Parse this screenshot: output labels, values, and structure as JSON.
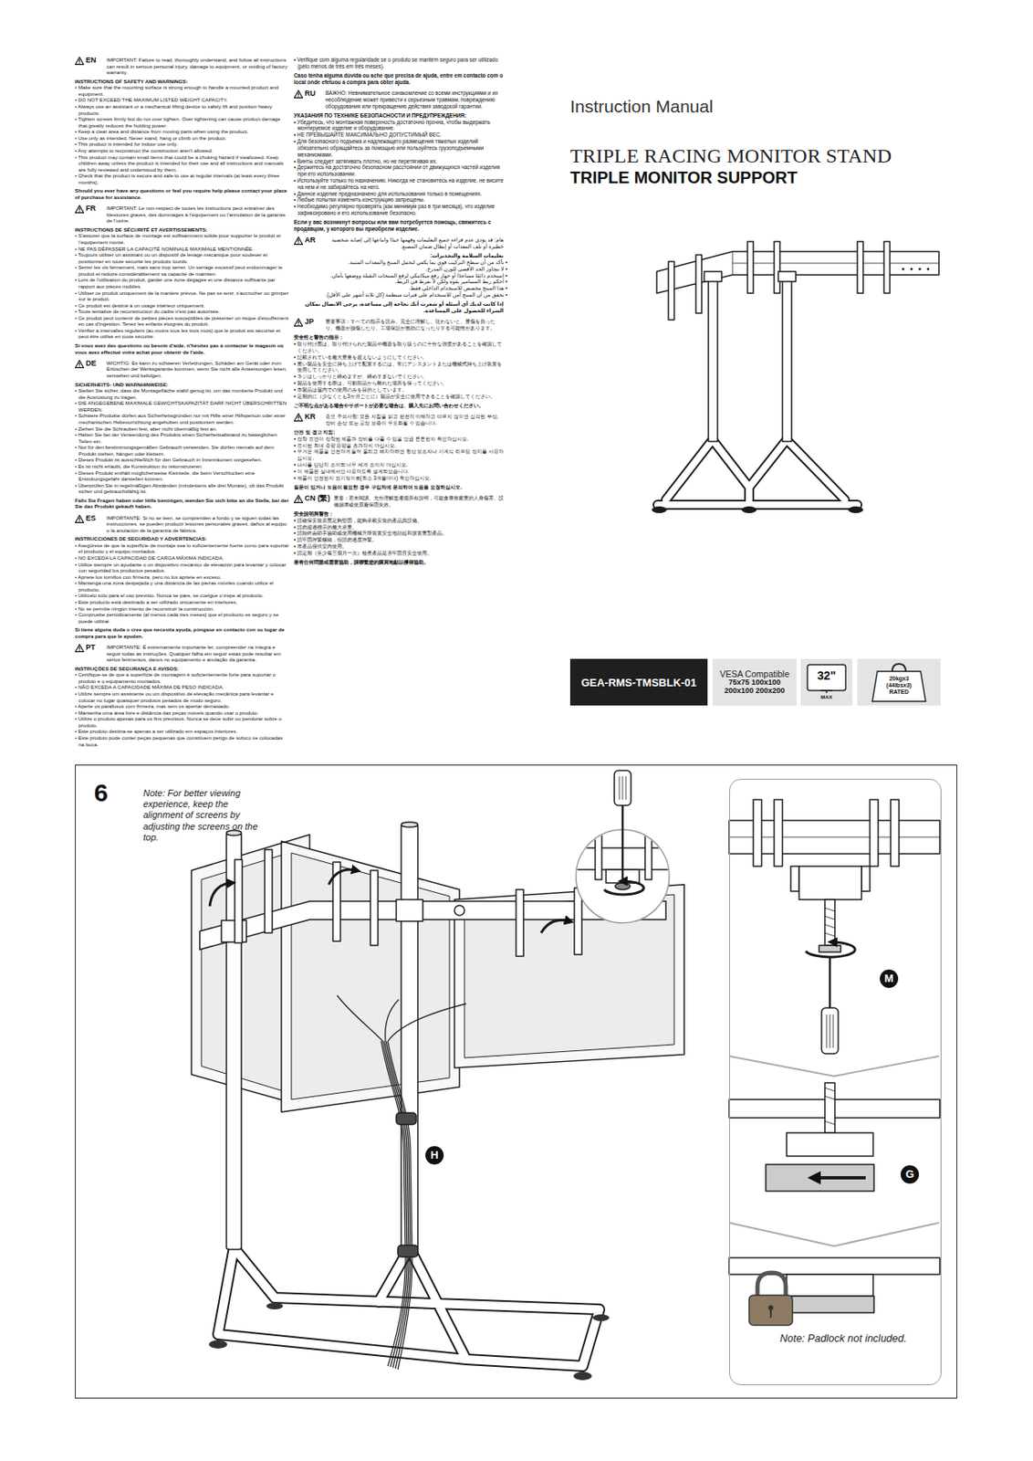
{
  "diagram": {
    "title": "TRIPLE RACING MONITOR STAND",
    "nodes": [
      {
        "text": [
          "GEA-RMS-TMSBLK-01"
        ]
      },
      {
        "text": [
          "VESA Compatible",
          "75x75 100x100 200x100 200x200"
        ]
      },
      {
        "text": [
          "32\"",
          "MAX"
        ]
      },
      {
        "text": [
          "20kgx3 (44lbsx3) RATED"
        ]
      },
      {
        "text": [
          "6",
          "Note: For better viewing experience, keep the alignment of screens by adjusting the screens on the top."
        ]
      },
      {
        "text": [
          "Note: Padlock not included."
        ],
        "in": 4
      }
    ],
    "labels": [
      "Instruction Manual",
      "TRIPLE MONITOR SUPPORT",
      "H",
      "M",
      "G",
      "EN",
      "IMPORTANT: Failure to read, thoroughly understand, and follow all instructions can result in serious personal injury, damage to equipment, or voiding of factory warranty.",
      "INSTRUCTIONS OF SAFETY AND WARNINGS:",
      "• Make sure that the mounting surface is strong enough to handle a mounted product and equipment.",
      "• DO NOT EXCEED THE MAXIMUM LISTED WEIGHT CAPACITY.",
      "• Always use an assistant or a mechanical lifting device to safely lift and position heavy products.",
      "• Tighten screws firmly but do not over tighten. Over tightening can cause product damage that greatly reduces the holding power.",
      "• Keep a clear area and distance from moving parts when using the product.",
      "• Use only as intended. Never stand, hang or climb on the product.",
      "• This product is intended for indoor use only.",
      "• Any attempts to reconstruct the construction aren't allowed.",
      "• This product may contain small items that could be a choking hazard if swallowed. Keep children away unless the product is intended for their use and all instructions and manuals are fully reviewed and understood by them.",
      "• Check that the product is secure and safe to use at regular intervals (at least every three months).",
      "Should you ever have any questions or feel you require help please contact your place of purchase for assistance.",
      "FR",
      "IMPORTANT: Le non-respect de toutes les instructions peut entraîner des blessures graves, des dommages à l'équipement ou l'annulation de la garantie de l'usine.",
      "INSTRUCTIONS DE SÉCURITÉ ET AVERTISSEMENTS:",
      "• S'assurer que la surface de montage est suffisamment solide pour supporter le produit et l'équipement monté.",
      "• NE PAS DÉPASSER LA CAPACITÉ NOMINALE MAXIMALE MENTIONNÉE.",
      "• Toujours utiliser un assistant ou un dispositif de levage mécanique pour soulever et positionner en toute sécurité les produits lourds.",
      "• Serrer les vis fermement, mais sans trop serrer. Un serrage excessif peut endommager le produit et réduire considérablement sa capacité de maintien.",
      "• Lors de l'utilisation du produit, garder une zone dégagée et une distance suffisante par rapport aux pièces mobiles.",
      "• Utiliser ce produit uniquement de la manière prévue. Ne pas se tenir, s'accrocher ou grimper sur le produit.",
      "• Ce produit est destiné à un usage intérieur uniquement.",
      "• Toute tentative de reconstruction du cadre n'est pas autorisée.",
      "• Ce produit peut contenir de petites pièces susceptibles de présenter un risque d'étouffement en cas d'ingestion. Tenez les enfants éloignés du produit.",
      "• Vérifier à intervalles réguliers (au moins tous les trois mois) que le produit est sécurisé et peut être utilisé en toute sécurité.",
      "Si vous avez des questions ou besoin d'aide, n'hésitez pas à contacter le magasin où vous avez effectué votre achat pour obtenir de l'aide.",
      "DE",
      "WICHTIG: Es kann zu schweren Verletzungen, Schäden am Gerät oder zum Erlöschen der Werksgarantie kommen, wenn Sie nicht alle Anweisungen lesen, verstehen und befolgen.",
      "SICHERHEITS- UND WARNHINWEISE:",
      "• Stellen Sie sicher, dass die Montagefläche stabil genug ist, um das montierte Produkt und die Ausrüstung zu tragen.",
      "• DIE ANGEGEBENE MAXIMALE GEWICHTSKAPAZITÄT DARF NICHT ÜBERSCHRITTEN WERDEN.",
      "• Schwere Produkte dürfen aus Sicherheitsgründen nur mit Hilfe einer Hilfsperson oder einer mechanischen Hebevorrichtung angehoben und positioniert werden.",
      "• Ziehen Sie die Schrauben fest, aber nicht übermäßig fest an.",
      "• Halten Sie bei der Verwendung des Produkts einen Sicherheitsabstand zu beweglichen Teilen ein.",
      "• Nur für den bestimmungsgemäßen Gebrauch verwenden. Sie dürfen niemals auf dem Produkt stehen, hängen oder klettern.",
      "• Dieses Produkt ist ausschließlich für den Gebrauch in Innenräumen vorgesehen.",
      "• Es ist nicht erlaubt, die Konstruktion zu rekonstruieren.",
      "• Dieses Produkt enthält möglicherweise Kleinteile, die beim Verschlucken eine Erstickungsgefahr darstellen können.",
      "• Überprüfen Sie in regelmäßigen Abständen (mindestens alle drei Monate), ob das Produkt sicher und gebrauchsfähig ist.",
      "Falls Sie Fragen haben oder Hilfe benötigen, wenden Sie sich bitte an die Stelle, bei der Sie das Produkt gekauft haben.",
      "ES",
      "IMPORTANTE: Si no se leen, se comprenden a fondo y se siguen todas las instrucciones, se pueden producir lesiones personales graves, daños al equipo o la anulación de la garantía de fábrica.",
      "INSTRUCCIONES DE SEGURIDAD Y ADVERTENCIAS:",
      "• Asegúrese de que la superficie de montaje sea lo suficientemente fuerte como para soportar el producto y el equipo montados.",
      "• NO EXCEDA LA CAPACIDAD DE CARGA MÁXIMA INDICADA.",
      "• Utilice siempre un ayudante o un dispositivo mecánico de elevación para levantar y colocar con seguridad los productos pesados.",
      "• Apriete los tornillos con firmeza, pero no los apriete en exceso.",
      "• Mantenga una zona despejada y una distancia de las piezas móviles cuando utilice el producto.",
      "• Utilícelo sólo para el uso previsto. Nunca se pare, se cuelgue o trepe al producto.",
      "• Este producto está destinado a ser utilizado únicamente en interiores.",
      "• No se permite ningún intento de reconstruir la construcción.",
      "• Compruebe periódicamente (al menos cada tres meses) que el producto es seguro y se puede utilizar.",
      "Si tiene alguna duda o cree que necesita ayuda, póngase en contacto con su lugar de compra para que le ayuden.",
      "PT",
      "IMPORTANTE: É extremamente importante ler, compreender na íntegra e seguir todas as instruções. Qualquer falha em seguir estas pode resultar em sérios ferimentos, danos no equipamento e anulação da garantia.",
      "INSTRUÇÕES DE SEGURANÇA E AVISOS:",
      "• Certifique-se de que a superfície de montagem é suficientemente forte para suportar o produto e o equipamento montados.",
      "• NÃO EXCEDA A CAPACIDADE MÁXIMA DE PESO INDICADA.",
      "• Utilize sempre um assistente ou um dispositivo de elevação mecânica para levantar e colocar no lugar quaisquer produtos pesados de modo seguro.",
      "• Aperte os parafusos com firmeza, mas sem os apertar demasiado.",
      "• Mantenha uma área livre e distância das peças móveis quando usar o produto.",
      "• Utilize o produto apenas para os fins previstos. Nunca se deve subir ou pendurar sobre o produto.",
      "• Este produto destina-se apenas a ser utilizado em espaços interiores.",
      "• Este produto pode conter peças pequenas que constituem perigo de sufoco se colocadas na boca.",
      "• Verifique com alguma regularidade se o produto se mantém seguro para ser utilizado (pelo menos de três em três meses).",
      "Caso tenha alguma dúvida ou ache que precisa de ajuda, entre em contacto com o local onde efetuou a compra para obter ajuda.",
      "RU",
      "ВАЖНО: Невнимательное ознакомление со всеми инструкциями и их несоблюдение может привести к серьезным травмам, повреждению оборудования или прекращению действия заводской гарантии.",
      "УКАЗАНИЯ ПО ТЕХНИКЕ БЕЗОПАСНОСТИ И ПРЕДУПРЕЖДЕНИЯ:",
      "• Убедитесь, что монтажная поверхность достаточно прочна, чтобы выдержать монтируемое изделие и оборудование.",
      "• НЕ ПРЕВЫШАЙТЕ МАКСИМАЛЬНО ДОПУСТИМЫЙ ВЕС.",
      "• Для безопасного подъема и надлежащего размещения тяжелых изделий обязательно обращайтесь за помощью или пользуйтесь грузоподъемными механизмами.",
      "• Винты следует затягивать плотно, но не перетягивая их.",
      "• Держитесь на достаточно безопасном расстоянии от движущихся частей изделия при его использовании.",
      "• Используйте только по назначению. Никогда не становитесь на изделие, не висите на нем и не забирайтесь на него.",
      "• Данное изделие предназначено для использования только в помещениях.",
      "• Любые попытки изменить конструкцию запрещены.",
      "• Необходимо регулярно проверять (как минимум раз в три месяца), что изделие зафиксировано и его использование безопасно.",
      "Если у вас возникнут вопросы или вам потребуется помощь, свяжитесь с продавцом, у которого вы приобрели изделие.",
      "AR",
      "هام: قد يؤدي عدم قراءة جميع التعليمات وفهمها جيدًا واتباعها إلى إصابة شخصية خطيرة أو تلف المعدات أو إبطال ضمان المصنع.",
      "تعليمات السلامة والتحذيرات:",
      "• تأكد من أن سطح التركيب قوي بما يكفي لتحمل المنتج والمعدات المثبتة.",
      "• لا تتجاوز الحد الأقصى للوزن المدرج.",
      "• استخدم دائمًا مساعدًا أو جهاز رفع ميكانيكي لرفع المنتجات الثقيلة ووضعها بأمان.",
      "• أحكم ربط المسامير بقوة ولكن لا تفرط في الربط.",
      "• هذا المنتج مخصص للاستخدام الداخلي فقط.",
      "• تحقق من أن المنتج آمن للاستخدام على فترات منتظمة (كل ثلاثة أشهر على الأقل).",
      "إذا كانت لديك أي أسئلة أو شعرت أنك بحاجة إلى مساعدة، يرجى الاتصال بمكان الشراء للحصول على المساعدة.",
      "JP",
      "重要事項：すべての指示を読み、完全に理解し、従わないと、重傷を負ったり、機器が損傷したり、工場保証が無効になったりする可能性があります。",
      "安全性と警告の指示：",
      "• 取り付け面は、取り付けられた製品や機器を取り扱うのに十分な強度があることを確認してください。",
      "• 記載されている最大重量を超えないようにしてください。",
      "• 重い製品を安全に持ち上げて配置するには、常にアシスタントまたは機械式持ち上げ装置を使用してください。",
      "• ネジはしっかりと締めますが、締めすぎないでください。",
      "• 製品を使用する際は、可動部品から離れた場所を保ってください。",
      "• 本製品は屋内での使用のみを目的としています。",
      "• 定期的に（少なくとも3か月ごとに）製品が安全に使用できることを確認してください。",
      "ご不明な点がある場合やサポートが必要な場合は、購入先にお問い合わせください。",
      "KR",
      "중요 주의사항: 모든 지침을 읽고 완전히 이해하고 따르지 않으면 심각한 부상, 장비 손상 또는 공장 보증이 무효화될 수 있습니다.",
      "안전 및 경고 지침:",
      "• 장착 표면이 장착된 제품과 장비를 다룰 수 있을 만큼 튼튼한지 확인하십시오.",
      "• 표시된 최대 중량 용량을 초과하지 마십시오.",
      "• 무거운 제품을 안전하게 들어 올리고 배치하려면 항상 보조자나 기계식 리프팅 장치를 사용하십시오.",
      "• 나사를 단단히 조이되 너무 세게 조이지 마십시오.",
      "• 이 제품은 실내에서만 사용하도록 설계되었습니다.",
      "• 제품이 안전한지 정기적으로(최소 3개월마다) 확인하십시오.",
      "질문이 있거나 도움이 필요한 경우 구입처에 문의하여 도움을 요청하십시오.",
      "CN (繁)",
      "重要：若未閱讀、充分理解並遵循所有說明，可能會導致嚴重的人身傷害、設備損壞或使原廠保固失效。",
      "安全說明與警告：",
      "• 請確保安裝表面足夠堅固，能夠承載安裝的產品與設備。",
      "• 請勿超過標示的最大承重。",
      "• 請始終由助手協助或使用機械升降裝置安全地抬起和放置重型產品。",
      "• 請牢固擰緊螺絲，但請勿過度擰緊。",
      "• 本產品僅供室內使用。",
      "• 請定期（至少每三個月一次）檢查產品是否牢固且安全使用。",
      "若有任何問題或需要協助，請聯繫您的購買地點以獲得協助。"
    ]
  }
}
